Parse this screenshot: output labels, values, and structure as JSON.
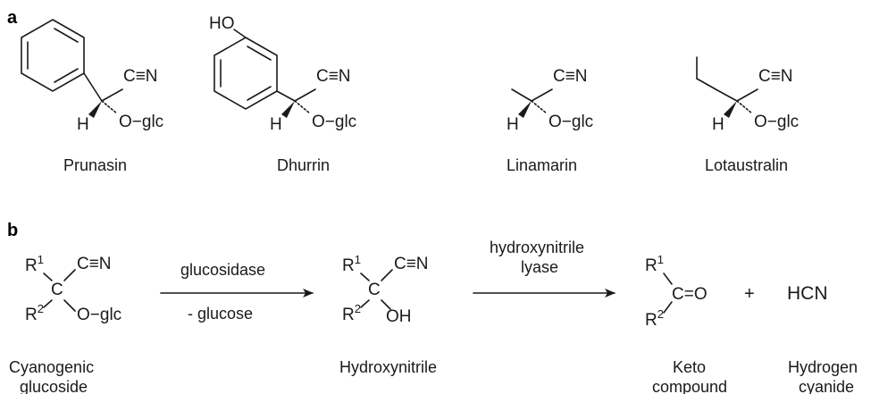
{
  "panel_a": {
    "label": "a",
    "compounds": [
      {
        "name": "Prunasin",
        "cn": "C≡N",
        "h": "H",
        "og": "O−glc"
      },
      {
        "name": "Dhurrin",
        "cn": "C≡N",
        "h": "H",
        "og": "O−glc",
        "ho": "HO"
      },
      {
        "name": "Linamarin",
        "cn": "C≡N",
        "h": "H",
        "og": "O−glc"
      },
      {
        "name": "Lotaustralin",
        "cn": "C≡N",
        "h": "H",
        "og": "O−glc"
      }
    ]
  },
  "panel_b": {
    "label": "b",
    "r1": "R",
    "r2": "R",
    "sup1": "1",
    "sup2": "2",
    "c": "C",
    "cn": "C≡N",
    "og": "O−glc",
    "oh": "OH",
    "co": "C=O",
    "plus": "+",
    "hcn": "HCN",
    "arrow1_top": "glucosidase",
    "arrow1_bottom": "- glucose",
    "arrow2_top_line1": "hydroxynitrile",
    "arrow2_top_line2": "lyase",
    "names": {
      "cyano_line1": "Cyanogenic",
      "cyano_line2": "glucoside",
      "hydroxy": "Hydroxynitrile",
      "keto_line1": "Keto",
      "keto_line2": "compound",
      "hcn_line1": "Hydrogen",
      "hcn_line2": "cyanide"
    }
  }
}
